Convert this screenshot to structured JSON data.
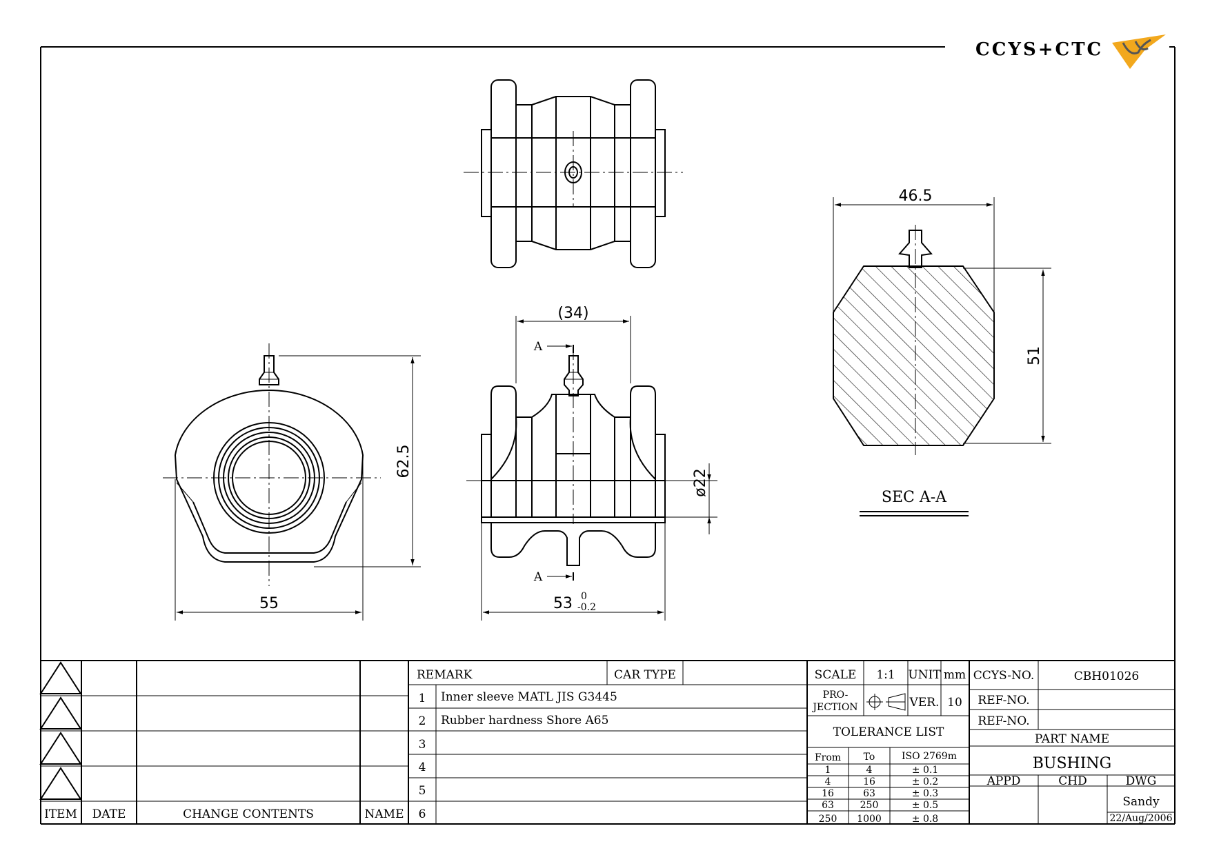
{
  "logo": {
    "text": "CCYS+CTC",
    "accent_color": "#f2a81d",
    "ink_color": "#555555"
  },
  "views": {
    "side_width": "55",
    "side_height": "62.5",
    "front_inner": "(34)",
    "front_width": "53",
    "front_tol_upper": "0",
    "front_tol_lower": "-0.2",
    "front_dia": "ø22",
    "section_width": "46.5",
    "section_height": "51",
    "section_mark_top": "A",
    "section_mark_bottom": "A",
    "section_title": "SEC A-A"
  },
  "revision": {
    "headers": [
      "ITEM",
      "DATE",
      "CHANGE CONTENTS",
      "NAME"
    ]
  },
  "remarks": {
    "header": "REMARK",
    "car_type_label": "CAR TYPE",
    "car_type_value": "",
    "rows": [
      {
        "no": "1",
        "text": "Inner sleeve MATL JIS G3445"
      },
      {
        "no": "2",
        "text": "Rubber hardness Shore A65"
      },
      {
        "no": "3",
        "text": ""
      },
      {
        "no": "4",
        "text": ""
      },
      {
        "no": "5",
        "text": ""
      },
      {
        "no": "6",
        "text": ""
      }
    ]
  },
  "spec": {
    "scale_label": "SCALE",
    "scale_value": "1:1",
    "unit_label": "UNIT",
    "unit_value": "mm",
    "projection_label_1": "PRO-",
    "projection_label_2": "JECTION",
    "ver_label": "VER.",
    "ver_value": "10"
  },
  "tolerance": {
    "title": "TOLERANCE LIST",
    "headers": [
      "From",
      "To",
      "ISO 2769m"
    ],
    "rows": [
      [
        "1",
        "4",
        "± 0.1"
      ],
      [
        "4",
        "16",
        "± 0.2"
      ],
      [
        "16",
        "63",
        "± 0.3"
      ],
      [
        "63",
        "250",
        "± 0.5"
      ],
      [
        "250",
        "1000",
        "± 0.8"
      ]
    ]
  },
  "title_block": {
    "ccys_no_label": "CCYS-NO.",
    "ccys_no_value": "CBH01026",
    "ref_no_label_1": "REF-NO.",
    "ref_no_label_2": "REF-NO.",
    "part_name_label": "PART NAME",
    "part_name_value": "BUSHING",
    "appd_label": "APPD",
    "chd_label": "CHD",
    "dwg_label": "DWG",
    "dwg_name": "Sandy",
    "dwg_date": "22/Aug/2006"
  }
}
